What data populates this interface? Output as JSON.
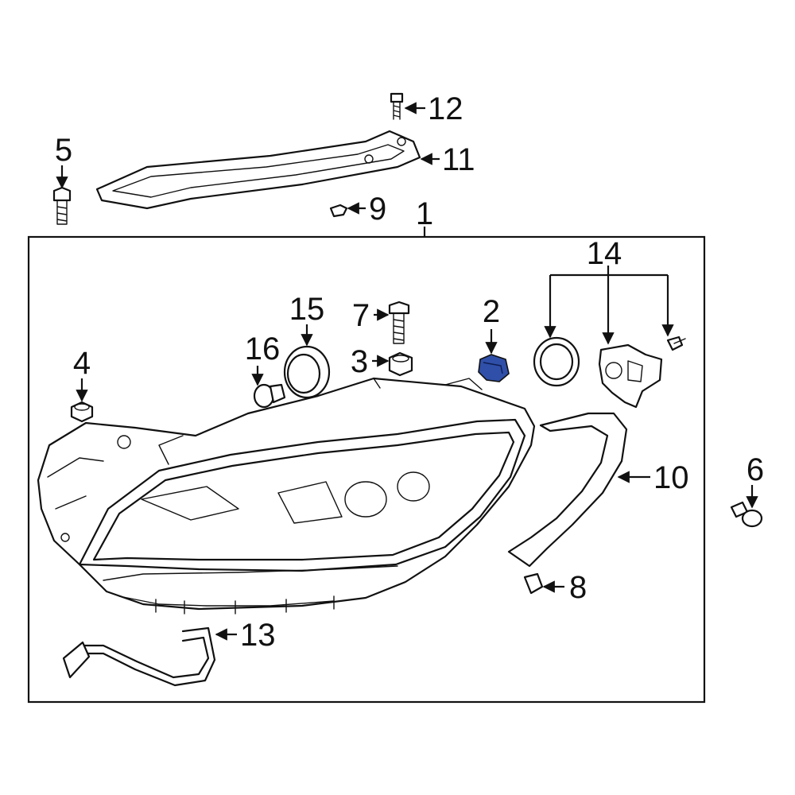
{
  "diagram": {
    "highlight_color": "#2f4fa8",
    "highlighted_part": "2",
    "callouts": {
      "c1": "1",
      "c2": "2",
      "c3": "3",
      "c4": "4",
      "c5": "5",
      "c6": "6",
      "c7": "7",
      "c8": "8",
      "c9": "9",
      "c10": "10",
      "c11": "11",
      "c12": "12",
      "c13": "13",
      "c14": "14",
      "c15": "15",
      "c16": "16"
    }
  }
}
